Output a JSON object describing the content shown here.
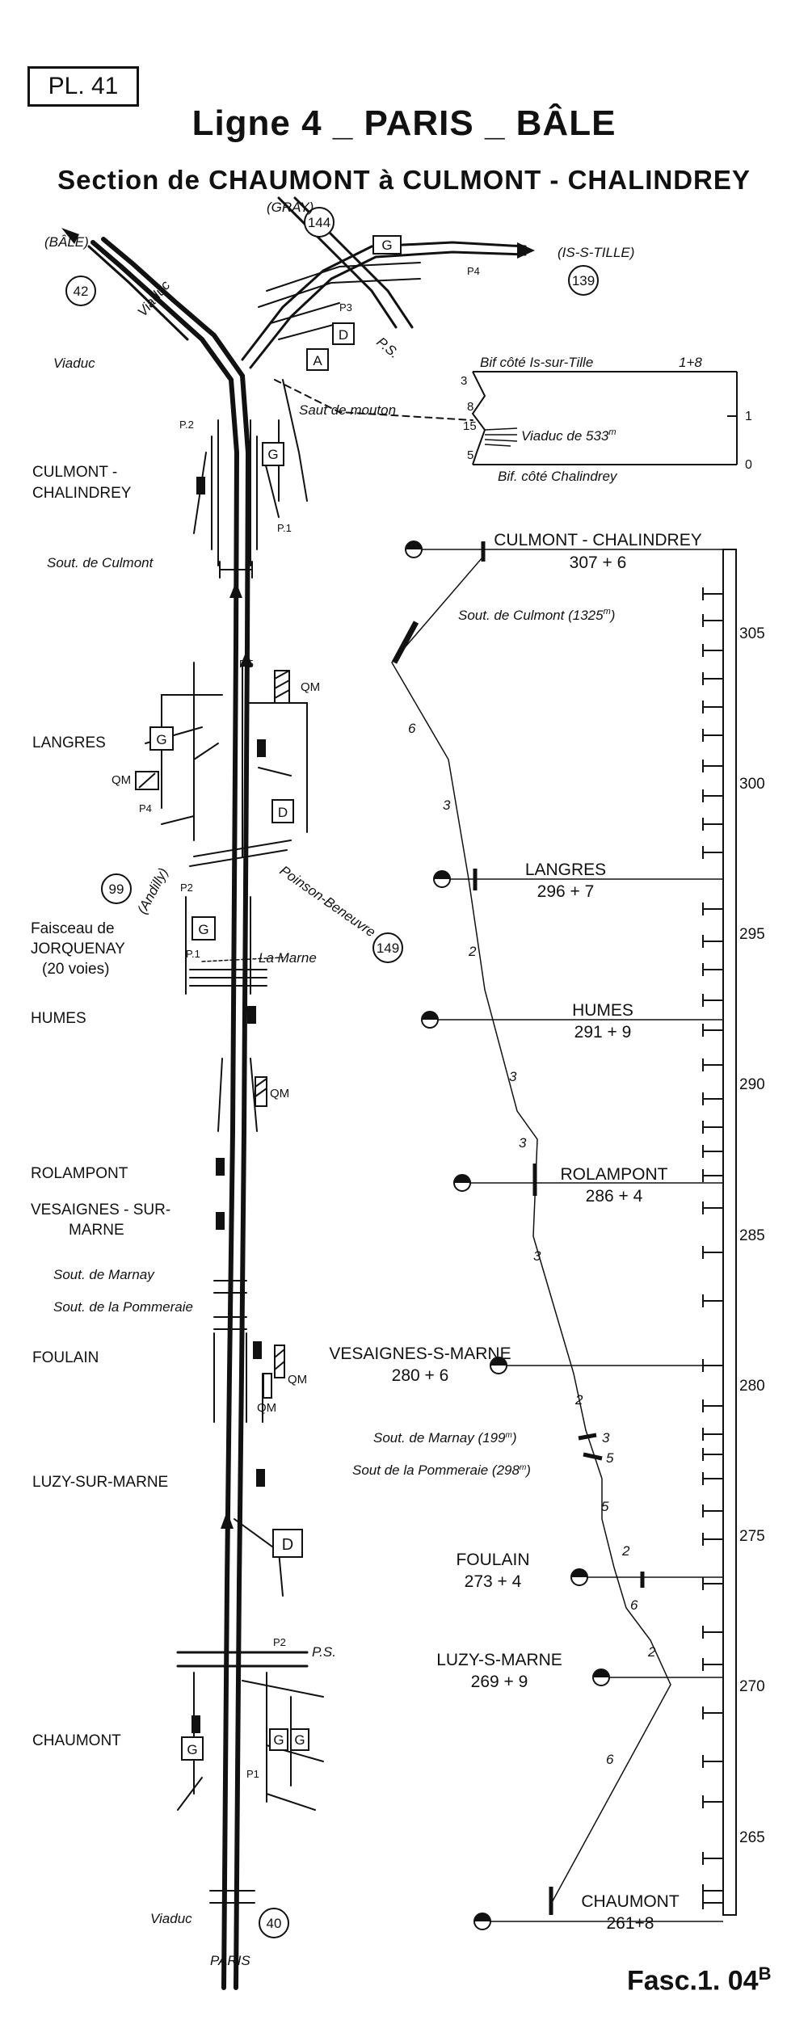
{
  "header": {
    "plate": "PL. 41",
    "title": "Ligne 4 _ PARIS _ BÂLE",
    "subtitle": "Section de CHAUMONT à CULMONT - CHALINDREY",
    "fascicule": "Fasc.1. 04",
    "fascicule_sup": "B"
  },
  "map": {
    "connections": {
      "bale": "(BÂLE)",
      "gray": "(GRAY)",
      "is_s_tille": "(IS-S-TILLE)",
      "andilly": "(Andilly)",
      "poinson": "Poinson-Beneuvre",
      "paris": "PARIS"
    },
    "line_numbers": {
      "l42": "42",
      "l144": "144",
      "l139": "139",
      "l99": "99",
      "l149": "149",
      "l40": "40"
    },
    "stations": {
      "culmont": [
        "CULMONT -",
        "CHALINDREY"
      ],
      "langres": "LANGRES",
      "jorquenay": [
        "Faisceau de",
        "JORQUENAY",
        "(20 voies)"
      ],
      "humes": "HUMES",
      "rolampont": "ROLAMPONT",
      "vesaignes": [
        "VESAIGNES - SUR-",
        "MARNE"
      ],
      "foulain": "FOULAIN",
      "luzy": "LUZY-SUR-MARNE",
      "chaumont": "CHAUMONT"
    },
    "features": {
      "viaduc_1": "Viaduc",
      "viaduc_2": "Viaduc",
      "viaduc_3": "Viaduc",
      "saut_de_mouton": "Saut de mouton",
      "sout_culmont": "Sout. de Culmont",
      "sout_marnay": "Sout. de Marnay",
      "sout_pommeraie": "Sout. de la Pommeraie",
      "la_marne": "La Marne",
      "ps1": "P.S.",
      "ps2": "P.S."
    },
    "posts": {
      "culmont_p4": "P4",
      "culmont_p3": "P3",
      "culmont_p2": "P.2",
      "culmont_p1": "P.1",
      "langres_p5": "P.5",
      "langres_p4": "P4",
      "langres_p2": "P2",
      "langres_p1": "P.1",
      "chaumont_p2": "P2",
      "chaumont_p1": "P1"
    },
    "codes": {
      "g": "G",
      "d": "D",
      "a": "A",
      "qm": "QM"
    }
  },
  "inset": {
    "bif_tille": "Bif côté Is-sur-Tille",
    "bif_tille_km": "1+8",
    "viaduc_533": "Viaduc de 533",
    "viaduc_533_sup": "m",
    "bif_chalindrey": "Bif. côté Chalindrey",
    "left_ticks": [
      "3",
      "8",
      "15",
      "5"
    ],
    "scale": [
      "1",
      "0"
    ]
  },
  "profile": {
    "stations": [
      {
        "name": "CULMONT - CHALINDREY",
        "km": "307 + 6"
      },
      {
        "name": "LANGRES",
        "km": "296 + 7"
      },
      {
        "name": "HUMES",
        "km": "291 + 9"
      },
      {
        "name": "ROLAMPONT",
        "km": "286 + 4"
      },
      {
        "name": "VESAIGNES-S-MARNE",
        "km": "280 + 6"
      },
      {
        "name": "FOULAIN",
        "km": "273 + 4"
      },
      {
        "name": "LUZY-S-MARNE",
        "km": "269 + 9"
      },
      {
        "name": "CHAUMONT",
        "km": "261+8"
      }
    ],
    "tunnels": {
      "culmont": "Sout. de Culmont (1325",
      "culmont_unit": "m",
      "culmont_close": ")",
      "marnay": "Sout. de Marnay (199",
      "marnay_unit": "m",
      "marnay_close": ")",
      "pommeraie": "Sout de la Pommeraie (298",
      "pommeraie_unit": "m",
      "pommeraie_close": ")"
    },
    "gradients": [
      "6",
      "3",
      "2",
      "3",
      "3",
      "3",
      "2",
      "3",
      "5",
      "5",
      "2",
      "6",
      "2",
      "6"
    ],
    "km_scale": [
      "305",
      "300",
      "295",
      "290",
      "285",
      "280",
      "275",
      "270",
      "265"
    ]
  }
}
